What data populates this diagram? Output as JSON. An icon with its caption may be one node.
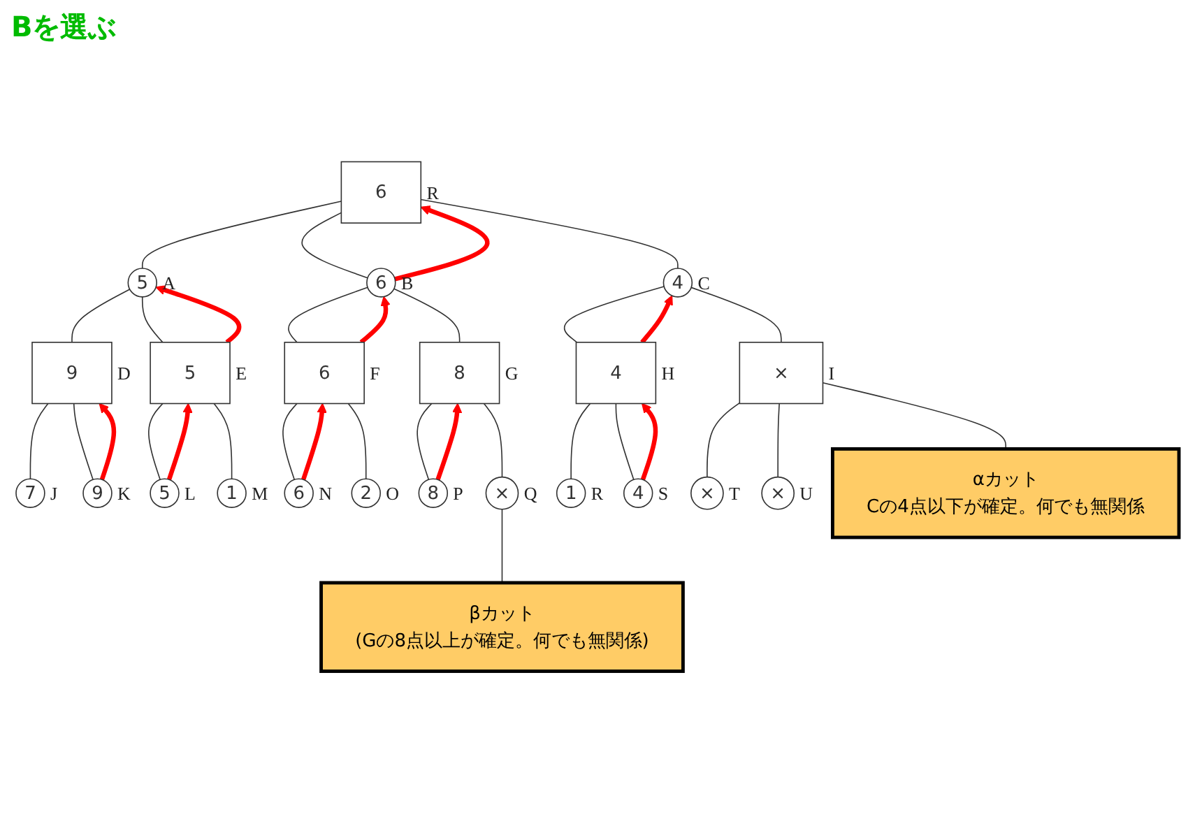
{
  "diagram": {
    "nodes": [
      {
        "text": [
          "6"
        ],
        "beside": [
          "R"
        ]
      },
      {
        "text": [
          "5"
        ],
        "beside": [
          "A"
        ]
      },
      {
        "text": [
          "6"
        ],
        "beside": [
          "B"
        ]
      },
      {
        "text": [
          "4"
        ],
        "beside": [
          "C"
        ]
      },
      {
        "text": [
          "9"
        ],
        "beside": [
          "D"
        ]
      },
      {
        "text": [
          "5"
        ],
        "beside": [
          "E"
        ]
      },
      {
        "text": [
          "6"
        ],
        "beside": [
          "F"
        ]
      },
      {
        "text": [
          "8"
        ],
        "beside": [
          "G"
        ]
      },
      {
        "text": [
          "4"
        ],
        "beside": [
          "H"
        ]
      },
      {
        "text": [
          "×"
        ],
        "beside": [
          "I"
        ]
      },
      {
        "text": [
          "7"
        ],
        "beside": [
          "J"
        ]
      },
      {
        "text": [
          "9"
        ],
        "beside": [
          "K"
        ]
      },
      {
        "text": [
          "5"
        ],
        "beside": [
          "L"
        ]
      },
      {
        "text": [
          "1"
        ],
        "beside": [
          "M"
        ]
      },
      {
        "text": [
          "6"
        ],
        "beside": [
          "N"
        ]
      },
      {
        "text": [
          "2"
        ],
        "beside": [
          "O"
        ]
      },
      {
        "text": [
          "8"
        ],
        "beside": [
          "P"
        ]
      },
      {
        "text": [
          "×"
        ],
        "beside": [
          "Q"
        ]
      },
      {
        "text": [
          "1"
        ],
        "beside": [
          "R"
        ]
      },
      {
        "text": [
          "4"
        ],
        "beside": [
          "S"
        ]
      },
      {
        "text": [
          "×"
        ],
        "beside": [
          "T"
        ]
      },
      {
        "text": [
          "×"
        ],
        "beside": [
          "U"
        ]
      },
      {
        "text": [
          "αカット",
          "Cの4点以下が確定。何でも無関係"
        ]
      },
      {
        "text": [
          "βカット",
          "(Gの8点以上が確定。何でも無関係)"
        ]
      }
    ],
    "edges": [
      {
        "from": 0,
        "to": 1,
        "arrow": "none"
      },
      {
        "from": 0,
        "to": 2,
        "arrow": "none"
      },
      {
        "from": 0,
        "to": 3,
        "arrow": "none"
      },
      {
        "from": 1,
        "to": 4,
        "arrow": "none"
      },
      {
        "from": 1,
        "to": 5,
        "arrow": "none"
      },
      {
        "from": 2,
        "to": 6,
        "arrow": "none"
      },
      {
        "from": 2,
        "to": 7,
        "arrow": "none"
      },
      {
        "from": 3,
        "to": 8,
        "arrow": "none"
      },
      {
        "from": 3,
        "to": 9,
        "arrow": "none"
      },
      {
        "from": 4,
        "to": 10,
        "arrow": "none"
      },
      {
        "from": 4,
        "to": 11,
        "arrow": "none"
      },
      {
        "from": 5,
        "to": 12,
        "arrow": "none"
      },
      {
        "from": 5,
        "to": 13,
        "arrow": "none"
      },
      {
        "from": 6,
        "to": 14,
        "arrow": "none"
      },
      {
        "from": 6,
        "to": 15,
        "arrow": "none"
      },
      {
        "from": 7,
        "to": 16,
        "arrow": "none"
      },
      {
        "from": 7,
        "to": 17,
        "arrow": "none"
      },
      {
        "from": 8,
        "to": 18,
        "arrow": "none"
      },
      {
        "from": 8,
        "to": 19,
        "arrow": "none"
      },
      {
        "from": 9,
        "to": 20,
        "arrow": "none"
      },
      {
        "from": 9,
        "to": 21,
        "arrow": "none"
      },
      {
        "from": 11,
        "to": 4,
        "arrow": "to",
        "style": "thick",
        "color": "#ff0000"
      },
      {
        "from": 12,
        "to": 5,
        "arrow": "to",
        "style": "thick",
        "color": "#ff0000"
      },
      {
        "from": 14,
        "to": 6,
        "arrow": "to",
        "style": "thick",
        "color": "#ff0000"
      },
      {
        "from": 16,
        "to": 7,
        "arrow": "to",
        "style": "thick",
        "color": "#ff0000"
      },
      {
        "from": 19,
        "to": 8,
        "arrow": "to",
        "style": "thick",
        "color": "#ff0000"
      },
      {
        "from": 5,
        "to": 1,
        "arrow": "to",
        "style": "thick",
        "color": "#ff0000"
      },
      {
        "from": 6,
        "to": 2,
        "arrow": "to",
        "style": "thick",
        "color": "#ff0000"
      },
      {
        "from": 8,
        "to": 3,
        "arrow": "to",
        "style": "thick",
        "color": "#ff0000"
      },
      {
        "from": 2,
        "to": 0,
        "arrow": "to",
        "style": "thick",
        "color": "#ff0000"
      },
      {
        "from": 22,
        "to": 9,
        "arrow": "none"
      },
      {
        "from": 23,
        "to": 17,
        "arrow": "none"
      }
    ],
    "labels": [
      "Bを選ぶ"
    ]
  }
}
